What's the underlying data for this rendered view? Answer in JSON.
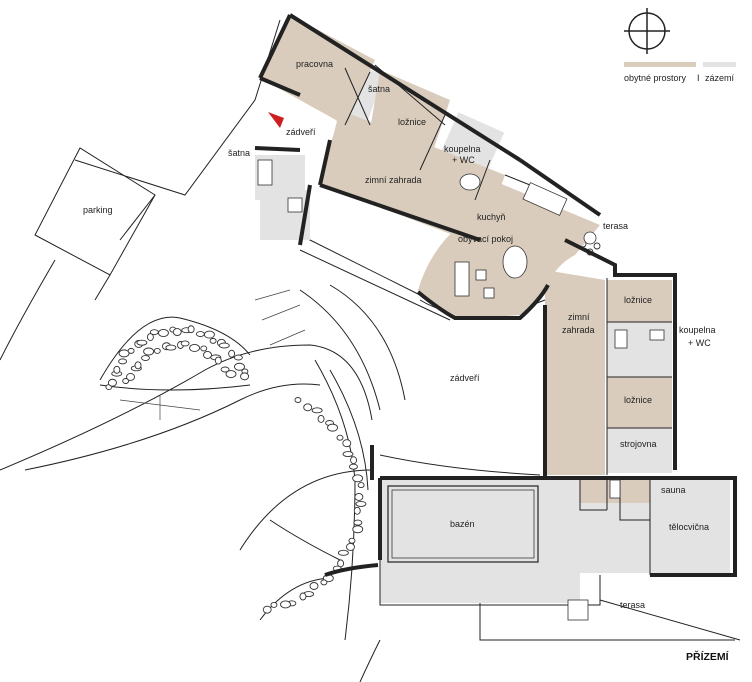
{
  "legend": {
    "living_label": "obytné prostory",
    "separator": "I",
    "service_label": "zázemí",
    "living_color": "#d9ccbc",
    "service_color": "#e3e3e3"
  },
  "compass_icon": "north-arrow-icon",
  "floor_title": "PŘÍZEMÍ",
  "rooms": {
    "pracovna": "pracovna",
    "satna_top": "šatna",
    "loznice_top": "ložnice",
    "koupelna_top_1": "koupelna",
    "koupelna_top_2": "+ WC",
    "zadveri_top": "zádveří",
    "satna_left": "šatna",
    "zimni_zahrada_top": "zimní zahrada",
    "kuchyn": "kuchyň",
    "terasa_top": "terasa",
    "obyvaci_pokoj": "obývací pokoj",
    "parking": "parking",
    "loznice_right_1": "ložnice",
    "koupelna_right_1": "koupelna",
    "koupelna_right_2": "+ WC",
    "zimni_zahrada_right_1": "zimní",
    "zimni_zahrada_right_2": "zahrada",
    "zadveri_main": "zádveří",
    "loznice_right_2": "ložnice",
    "strojovna": "strojovna",
    "sauna": "sauna",
    "telocvicna": "tělocvična",
    "bazen": "bazén",
    "terasa_bottom": "terasa"
  },
  "entrance_marker_color": "#cc1f1f"
}
